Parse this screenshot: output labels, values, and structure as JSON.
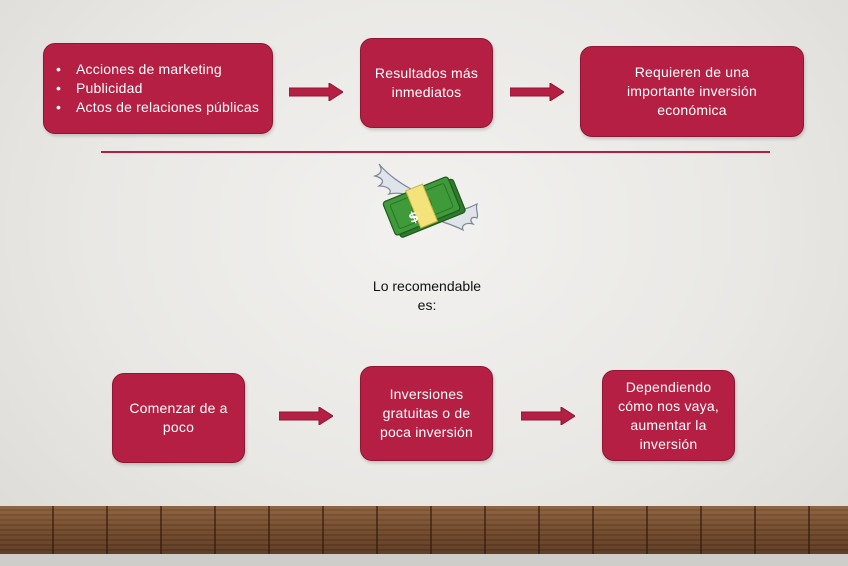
{
  "top_row": {
    "list_items": [
      "Acciones de marketing",
      "Publicidad",
      "Actos de relaciones públicas"
    ],
    "box2": [
      "Resultados más",
      "inmediatos"
    ],
    "box3": [
      "Requieren de una",
      "importante inversión",
      "económica"
    ]
  },
  "recommendation": [
    "Lo recomendable",
    "es:"
  ],
  "bottom_row": {
    "box1": [
      "Comenzar de a",
      "poco"
    ],
    "box2": [
      "Inversiones",
      "gratuitas o de",
      "poca inversión"
    ],
    "box3": [
      "Dependiendo",
      "cómo nos vaya,",
      "aumentar la",
      "inversión"
    ]
  },
  "colors": {
    "box_fill": "#b51f43",
    "box_text": "#ffffff",
    "money_green": "#3f9a3a",
    "wood": "#6e4628"
  },
  "icons": [
    "flying-money-icon",
    "dollar-sign-icon",
    "right-arrow-icon"
  ]
}
